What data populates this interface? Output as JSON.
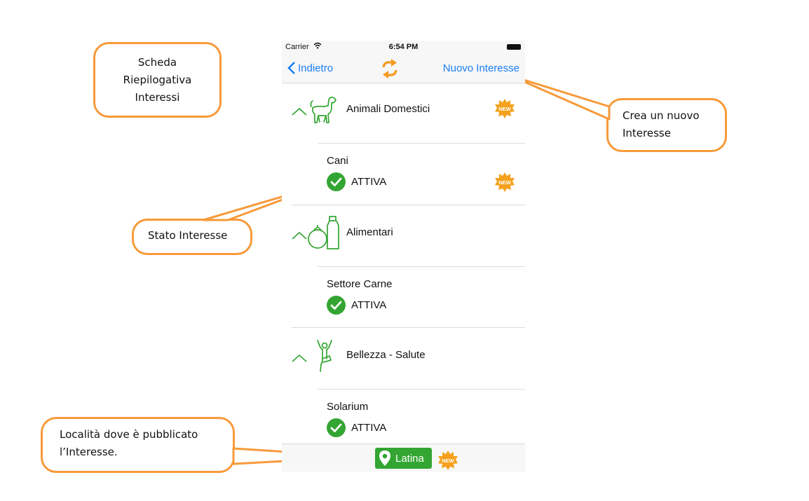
{
  "callouts": {
    "summary": [
      "Scheda",
      "Riepilogativa",
      "Interessi"
    ],
    "create": [
      "Crea un nuovo",
      "Interesse"
    ],
    "status": "Stato Interesse",
    "location": [
      "Località dove è pubblicato",
      "l’Interesse."
    ]
  },
  "statusbar": {
    "carrier": "Carrier",
    "time": "6:54 PM"
  },
  "navbar": {
    "back_label": "Indietro",
    "new_label": "Nuovo Interesse"
  },
  "badge_text": "NEW",
  "categories": [
    {
      "title": "Animali Domestici",
      "icon": "dog-icon",
      "new": true,
      "sub": {
        "title": "Cani",
        "status": "ATTIVA",
        "new": true
      }
    },
    {
      "title": "Alimentari",
      "icon": "food-icon",
      "new": false,
      "sub": {
        "title": "Settore Carne",
        "status": "ATTIVA",
        "new": false
      }
    },
    {
      "title": "Bellezza - Salute",
      "icon": "yoga-icon",
      "new": false,
      "sub": {
        "title": "Solarium",
        "status": "ATTIVA",
        "new": false
      }
    }
  ],
  "bottom": {
    "location": "Latina",
    "new": true
  },
  "colors": {
    "accent": "#f79a3a",
    "link": "#1a7ff5",
    "green": "#33a532"
  }
}
